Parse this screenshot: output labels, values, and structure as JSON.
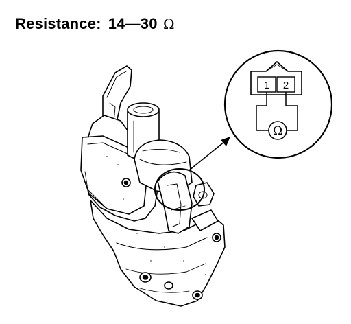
{
  "spec": {
    "label": "Resistance:",
    "value": "14—30",
    "unit": "Ω"
  },
  "connector_detail": {
    "pin_1": "1",
    "pin_2": "2",
    "meter_symbol": "Ω"
  }
}
